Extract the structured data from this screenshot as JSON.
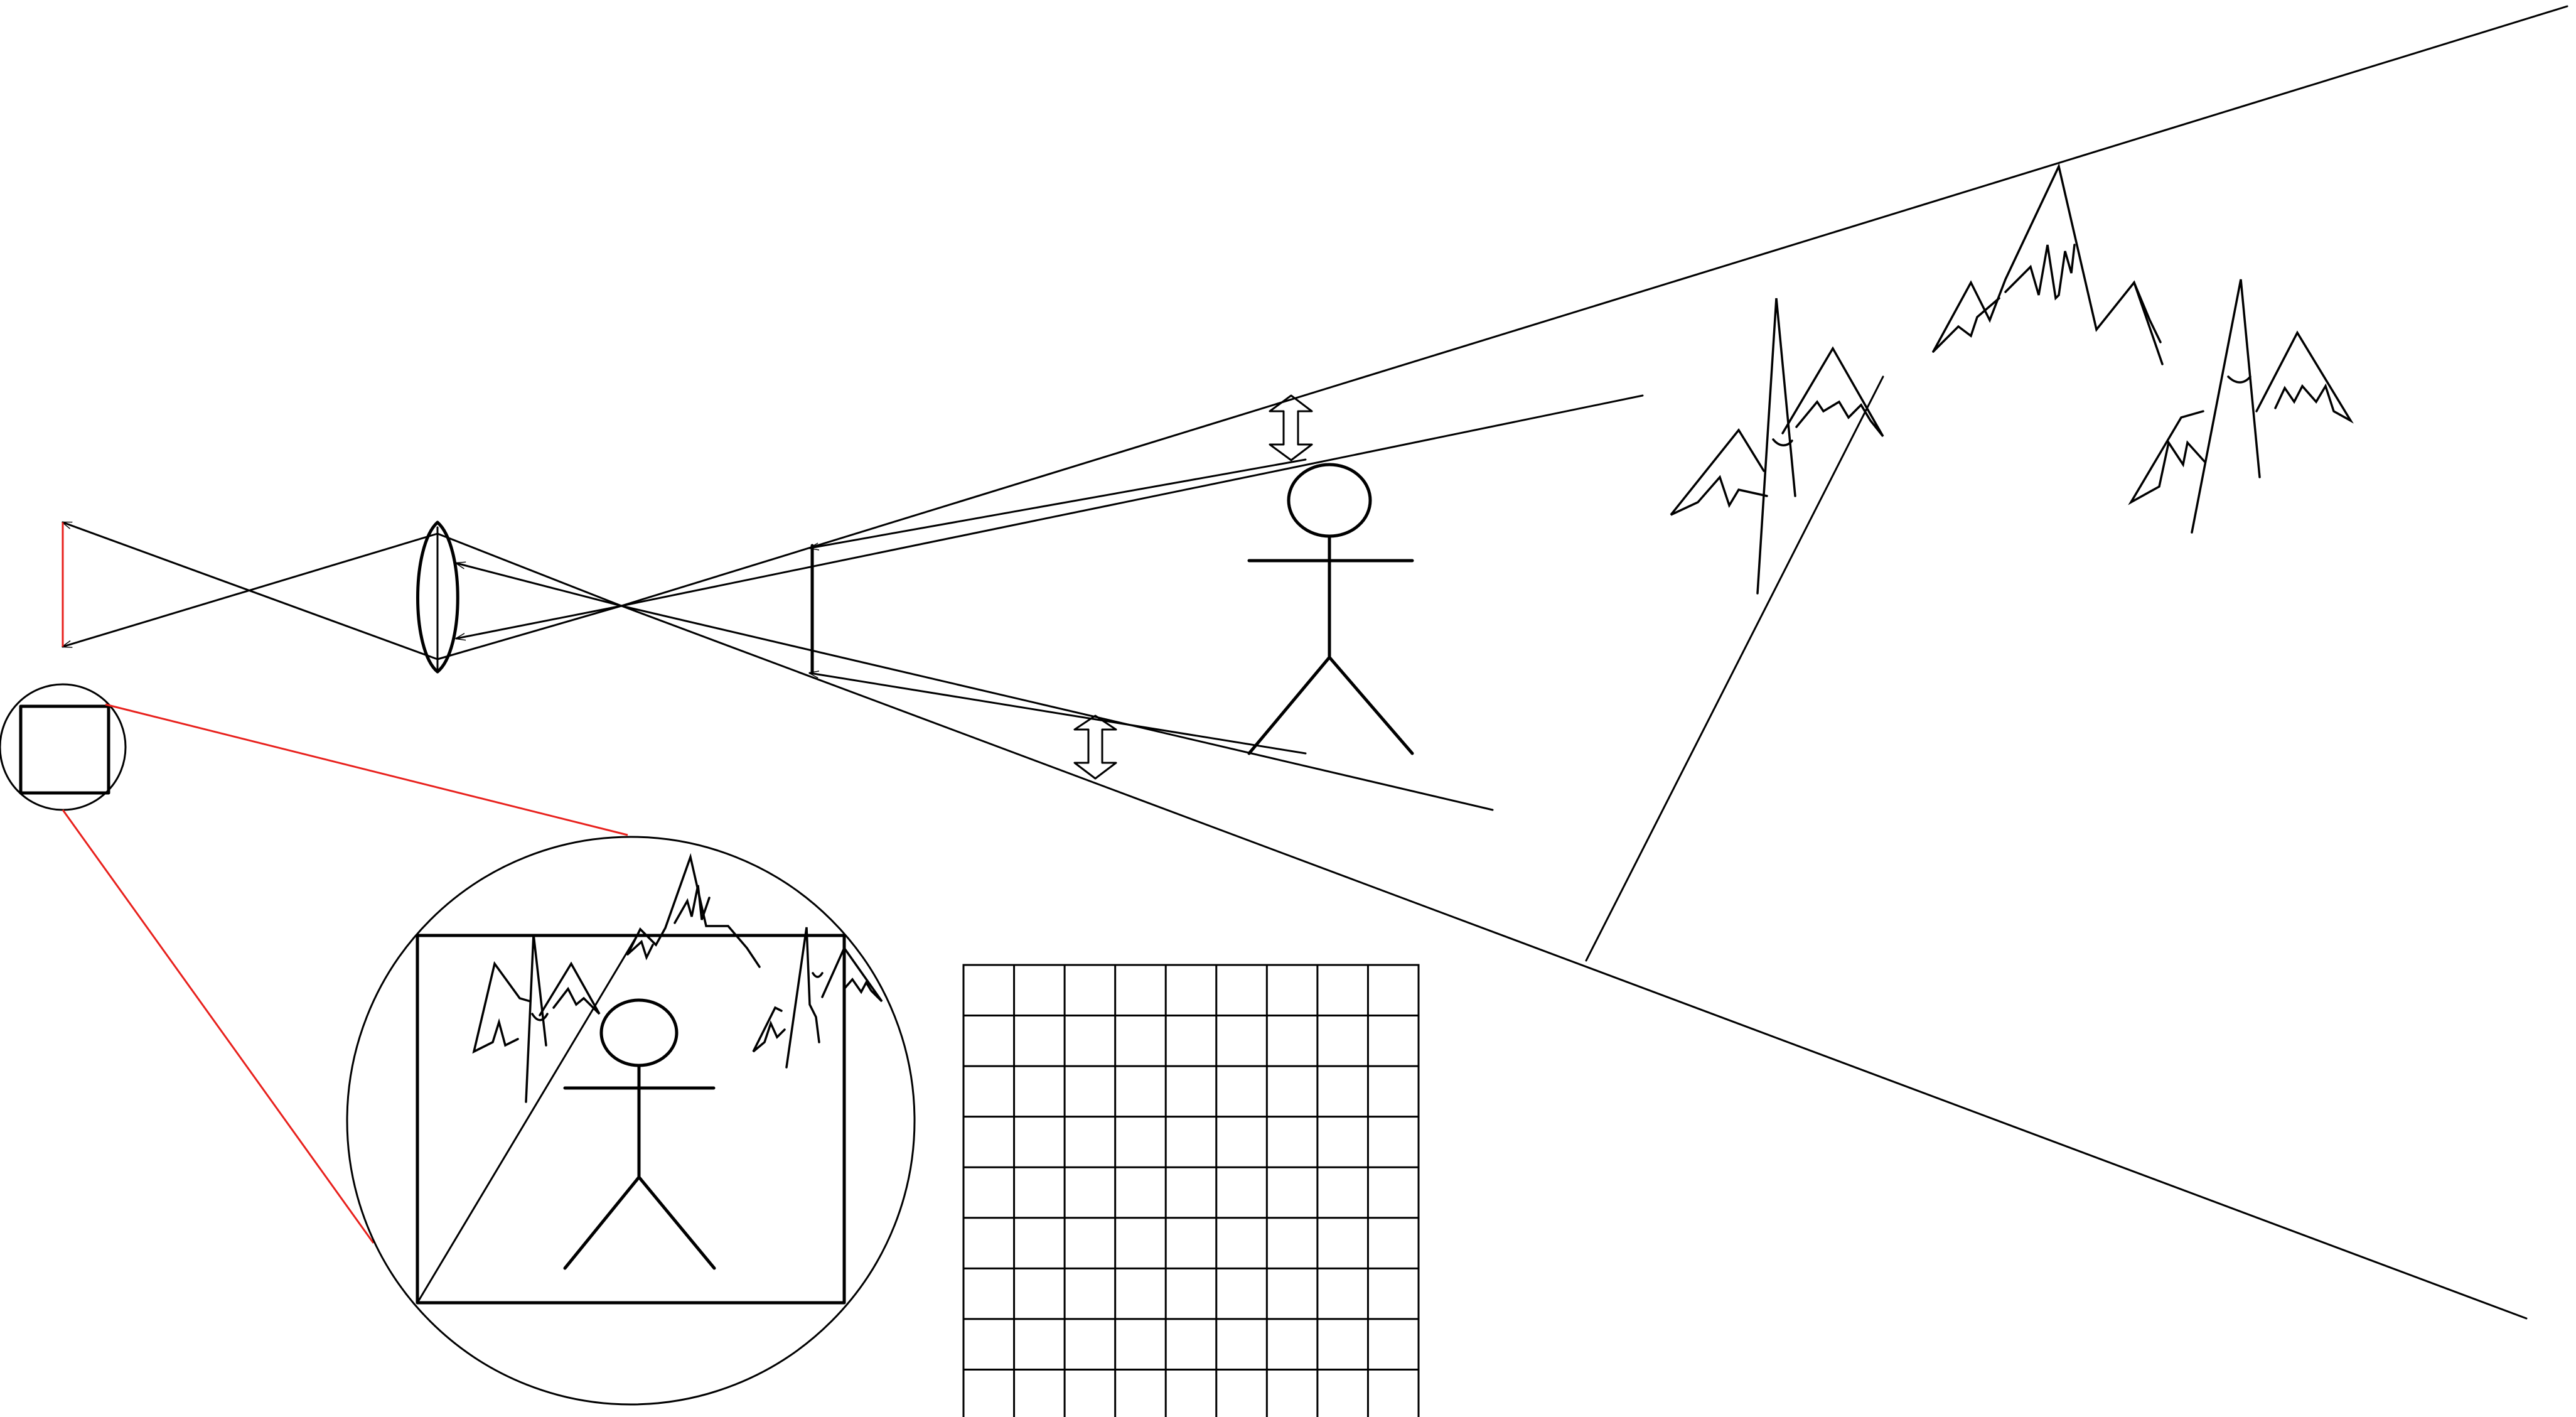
{
  "colors": {
    "line": "#000000",
    "highlight": "#e8211d",
    "background": "#ffffff"
  },
  "grid": {
    "rows": 9,
    "cols": 9
  },
  "icons": [
    "stick-figure",
    "mountain-range",
    "convex-lens",
    "double-arrow",
    "magnifier-circle"
  ]
}
